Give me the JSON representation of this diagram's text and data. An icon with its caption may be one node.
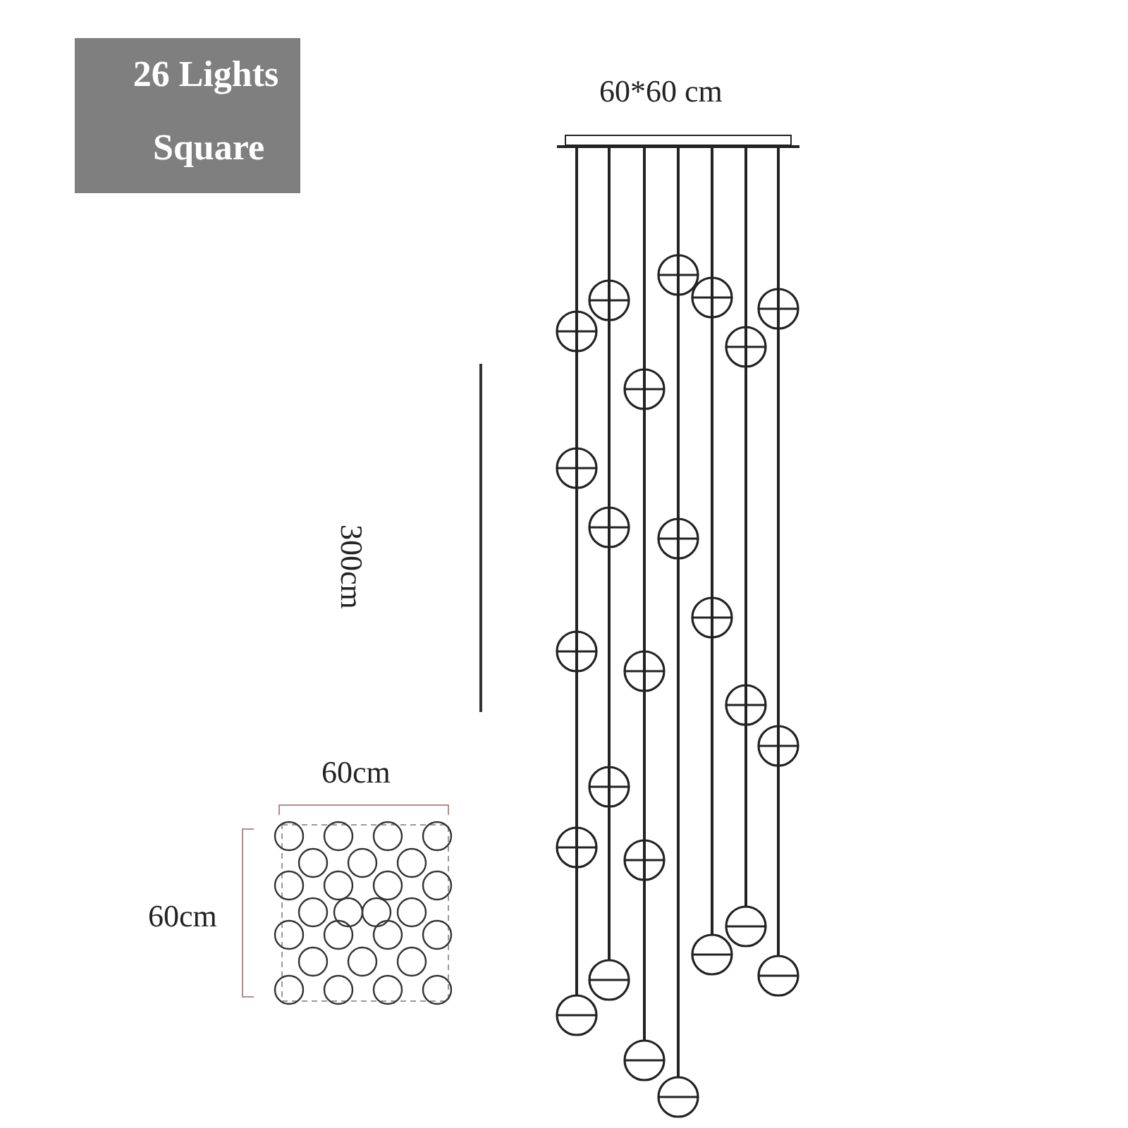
{
  "diagram": {
    "labels": [
      "26 Lights",
      "Square",
      "60*60 cm",
      "300cm",
      "60cm",
      "60cm"
    ]
  }
}
